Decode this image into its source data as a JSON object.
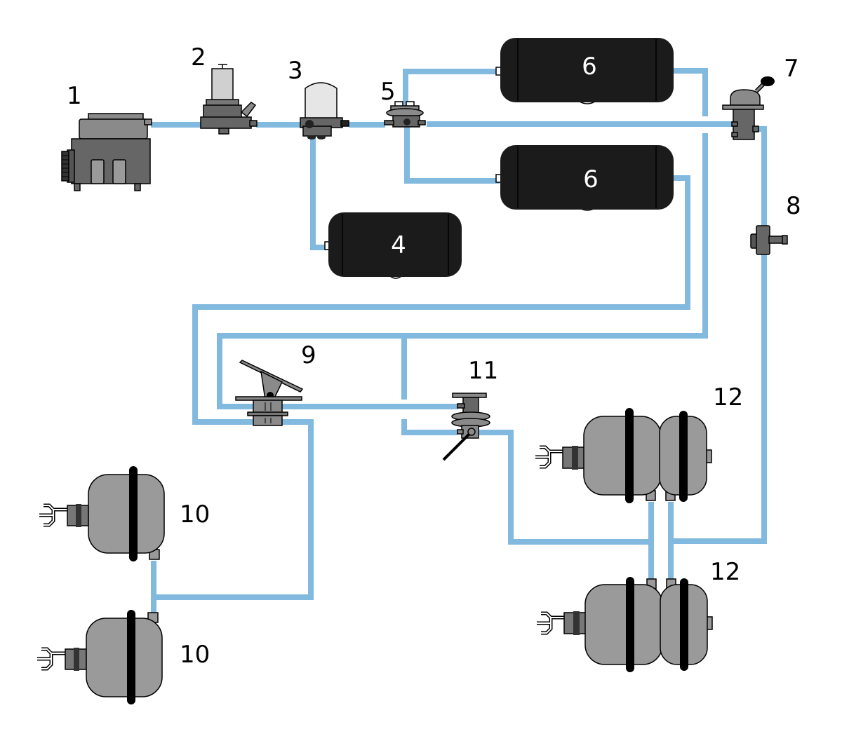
{
  "colors": {
    "pipe": "#82b9df",
    "tank": "#1b1b1b",
    "component_dark": "#5f5f5f",
    "component_mid": "#8a8a8a",
    "chamber": "#9a9a9a",
    "filter": "#e6e6e6"
  },
  "labels": {
    "compressor": "1",
    "regulator": "2",
    "dryer": "3",
    "regen_tank": "4",
    "protection_valve": "5",
    "tank_top": "6",
    "tank_mid": "6",
    "hand_valve": "7",
    "relay_valve": "8",
    "brake_pedal": "9",
    "front_chamber_top": "10",
    "front_chamber_bottom": "10",
    "quick_release_valve": "11",
    "rear_chamber_top": "12",
    "rear_chamber_bottom": "12"
  },
  "icons": {
    "compressor": "compressor-icon",
    "regulator": "pressure-regulator-icon",
    "dryer": "air-dryer-icon",
    "protection_valve": "protection-valve-icon",
    "hand_valve": "hand-brake-valve-icon",
    "relay_valve": "relay-valve-icon",
    "brake_pedal": "brake-pedal-icon",
    "quick_release_valve": "quick-release-valve-icon",
    "tank": "air-tank-icon",
    "chamber": "brake-chamber-icon",
    "spring_chamber": "spring-brake-chamber-icon"
  }
}
